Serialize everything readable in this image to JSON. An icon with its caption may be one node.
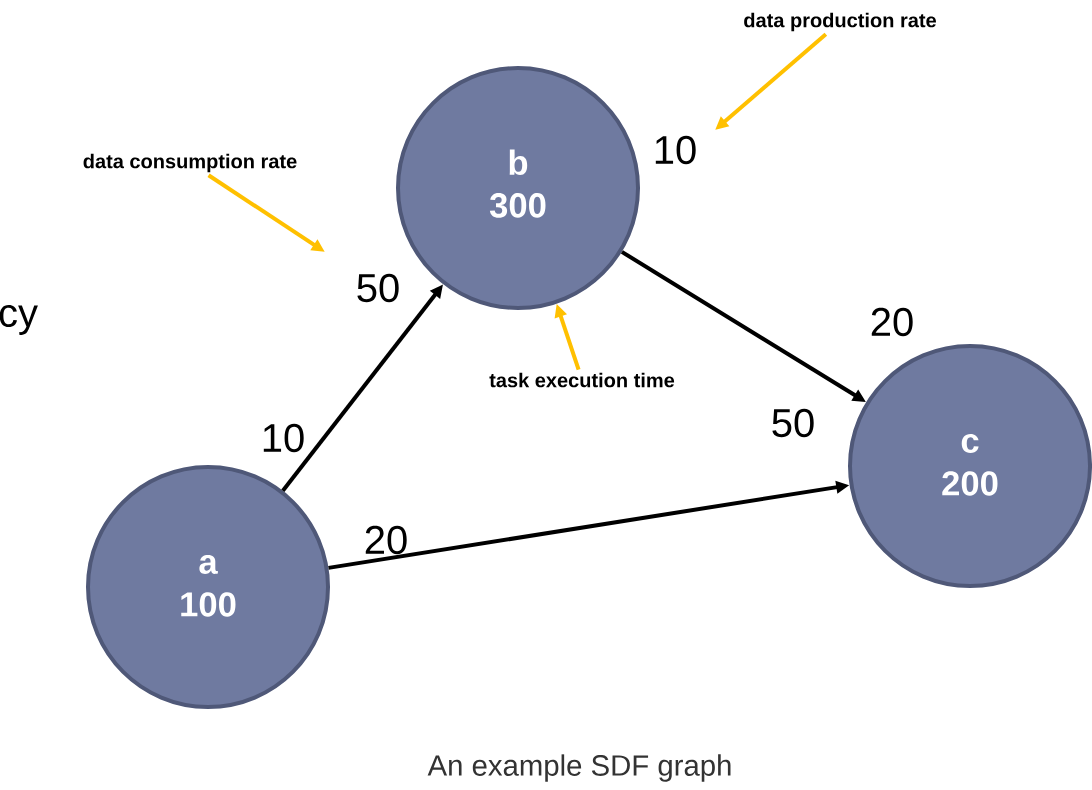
{
  "diagram": {
    "caption": "An example SDF graph",
    "nodes": [
      {
        "text": [
          "data consumption rate"
        ]
      },
      {
        "text": [
          "data production rate"
        ]
      },
      {
        "text": [
          "b",
          "300"
        ]
      },
      {
        "text": [
          "task execution time"
        ]
      },
      {
        "text": [
          "a",
          "100"
        ]
      },
      {
        "text": [
          "c",
          "200"
        ]
      }
    ],
    "edges": [
      {
        "from": 4,
        "to": 2,
        "arrow": "to"
      },
      {
        "from": 2,
        "to": 5,
        "arrow": "to"
      },
      {
        "from": 4,
        "to": 5,
        "arrow": "to"
      },
      {
        "from": 0,
        "to": null,
        "arrow": "to",
        "color": "#ffc000"
      },
      {
        "from": 1,
        "to": null,
        "arrow": "to",
        "color": "#ffc000"
      },
      {
        "from": 3,
        "to": 2,
        "arrow": "to",
        "color": "#ffc000"
      }
    ],
    "labels": [
      "10",
      "50",
      "cy",
      "20",
      "50",
      "10",
      "20"
    ]
  }
}
